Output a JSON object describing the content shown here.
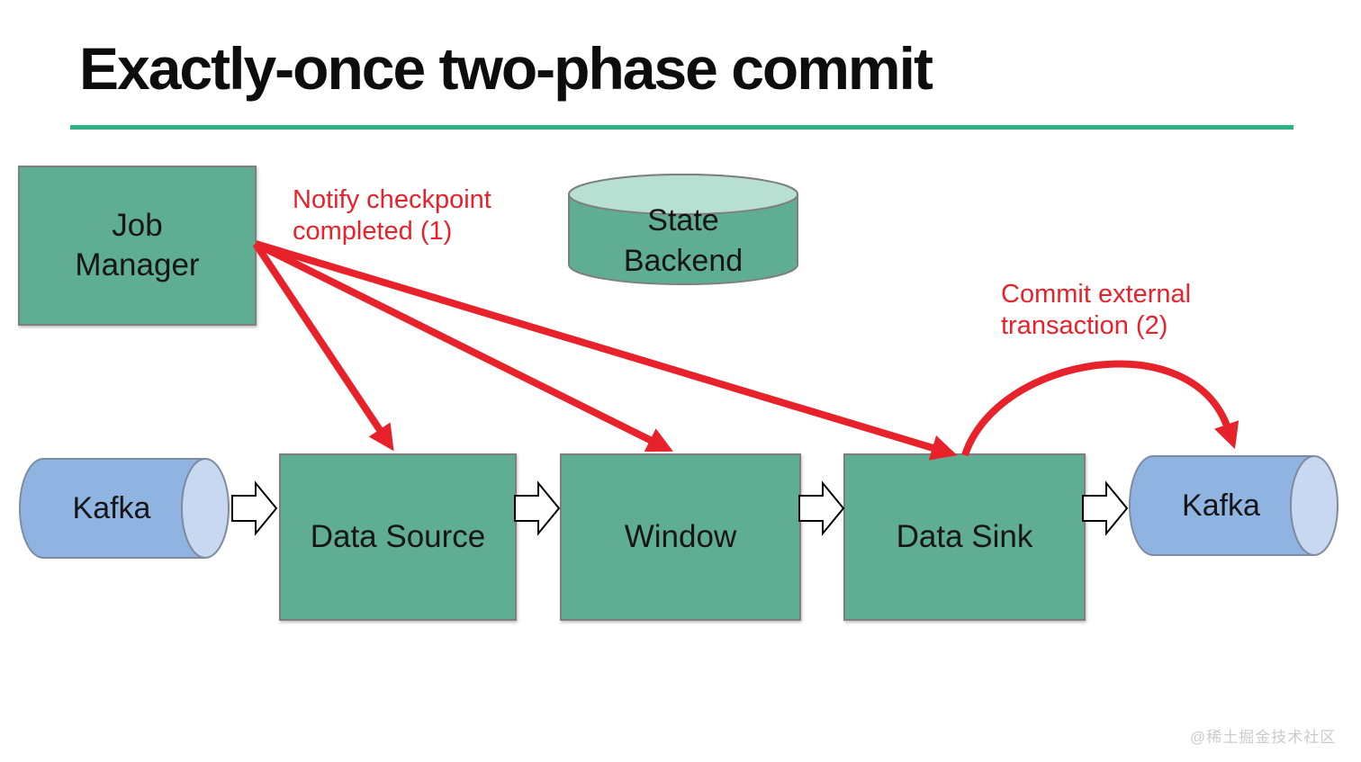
{
  "slide": {
    "title": "Exactly-once two-phase commit",
    "watermark": "@稀土掘金技术社区"
  },
  "nodes": {
    "job_manager": {
      "label": "Job\nManager",
      "shape": "box"
    },
    "state_backend": {
      "label": "State\nBackend",
      "shape": "cylinder-vertical"
    },
    "kafka_in": {
      "label": "Kafka",
      "shape": "cylinder-horizontal"
    },
    "data_source": {
      "label": "Data Source",
      "shape": "box"
    },
    "window": {
      "label": "Window",
      "shape": "box"
    },
    "data_sink": {
      "label": "Data Sink",
      "shape": "box"
    },
    "kafka_out": {
      "label": "Kafka",
      "shape": "cylinder-horizontal"
    }
  },
  "annotations": {
    "notify_checkpoint": "Notify checkpoint\ncompleted (1)",
    "commit_external": "Commit external\ntransaction (2)"
  },
  "edges": [
    {
      "from": "job_manager",
      "to": "data_source",
      "style": "red-arrow",
      "label": "Notify checkpoint completed (1)"
    },
    {
      "from": "job_manager",
      "to": "window",
      "style": "red-arrow",
      "label": "Notify checkpoint completed (1)"
    },
    {
      "from": "job_manager",
      "to": "data_sink",
      "style": "red-arrow",
      "label": "Notify checkpoint completed (1)"
    },
    {
      "from": "data_sink",
      "to": "kafka_out",
      "style": "red-curved-arrow",
      "label": "Commit external transaction (2)"
    },
    {
      "from": "kafka_in",
      "to": "data_source",
      "style": "white-block-arrow"
    },
    {
      "from": "data_source",
      "to": "window",
      "style": "white-block-arrow"
    },
    {
      "from": "window",
      "to": "data_sink",
      "style": "white-block-arrow"
    },
    {
      "from": "data_sink",
      "to": "kafka_out",
      "style": "white-block-arrow"
    }
  ],
  "colors": {
    "node_green": "#5fad93",
    "cylinder_top_green": "#b7dfd2",
    "kafka_blue": "#90b4e2",
    "kafka_cap_blue": "#c7d8f0",
    "arrow_red": "#e8222a",
    "title_underline_teal": "#30b185",
    "border_gray": "#7f7f7f",
    "watermark_gray": "#cbcbcb"
  }
}
